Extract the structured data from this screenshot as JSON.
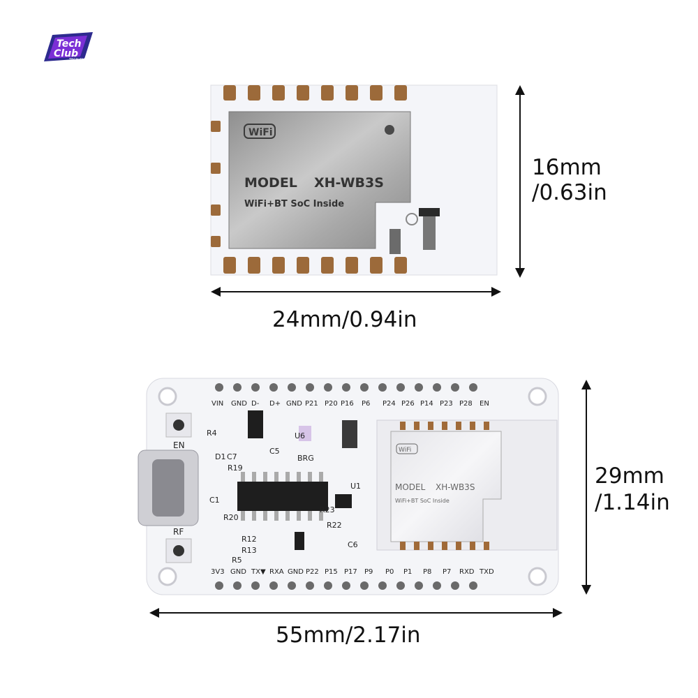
{
  "logo": {
    "line1": "Tech",
    "line2": "Club",
    "line3": "TECH CLUB"
  },
  "module": {
    "shield_badge": "WiFi",
    "model_label": "MODEL",
    "model_name": "XH-WB3S",
    "tagline": "WiFi+BT SoC Inside",
    "height_mm": "16mm",
    "height_in": "/0.63in",
    "width_label": "24mm/0.94in"
  },
  "board": {
    "top_pins": [
      "VIN",
      "GND",
      "D-",
      "D+",
      "GND",
      "P21",
      "P20",
      "P16",
      "P6",
      "P24",
      "P26",
      "P14",
      "P23",
      "P28",
      "EN"
    ],
    "bottom_pins": [
      "3V3",
      "GND",
      "TX▼",
      "RXA",
      "GND",
      "P22",
      "P15",
      "P17",
      "P9",
      "P0",
      "P1",
      "P8",
      "P7",
      "RXD",
      "TXD"
    ],
    "button_en": "EN",
    "button_rf": "RF",
    "components": [
      "R4",
      "D1",
      "C7",
      "C5",
      "U6",
      "BRG",
      "R19",
      "U1",
      "R20",
      "C1",
      "R23",
      "R22",
      "R12",
      "R13",
      "R5",
      "C6"
    ],
    "module_badge": "WiFi",
    "module_label": "MODEL",
    "module_name": "XH-WB3S",
    "module_tagline": "WiFi+BT SoC Inside",
    "height_mm": "29mm",
    "height_in": "/1.14in",
    "width_label": "55mm/2.17in"
  }
}
